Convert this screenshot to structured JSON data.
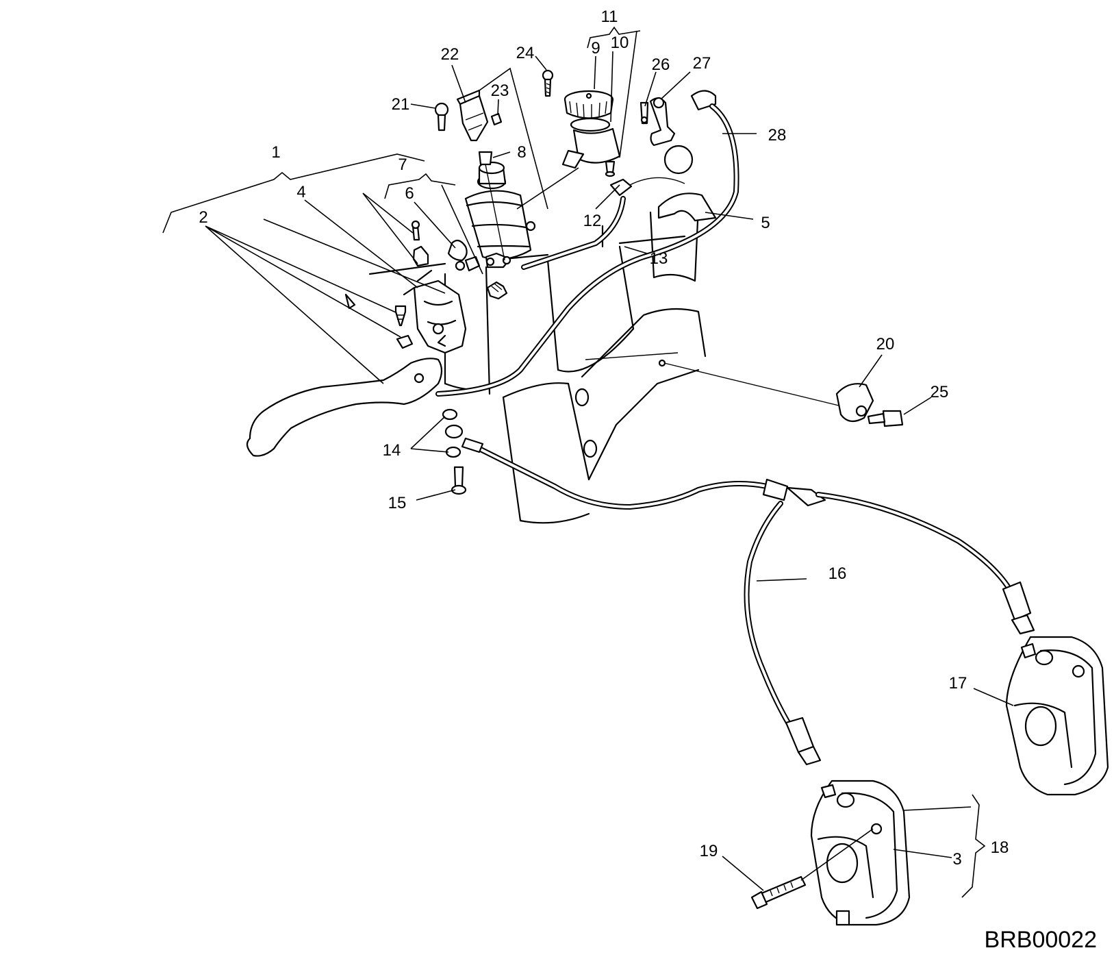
{
  "drawing_code": "BRB00022",
  "callouts": [
    {
      "id": "c1",
      "text": "1"
    },
    {
      "id": "c2",
      "text": "2"
    },
    {
      "id": "c3",
      "text": "3"
    },
    {
      "id": "c4",
      "text": "4"
    },
    {
      "id": "c5",
      "text": "5"
    },
    {
      "id": "c6",
      "text": "6"
    },
    {
      "id": "c7",
      "text": "7"
    },
    {
      "id": "c8",
      "text": "8"
    },
    {
      "id": "c9",
      "text": "9"
    },
    {
      "id": "c10",
      "text": "10"
    },
    {
      "id": "c11",
      "text": "11"
    },
    {
      "id": "c12",
      "text": "12"
    },
    {
      "id": "c13",
      "text": "13"
    },
    {
      "id": "c14",
      "text": "14"
    },
    {
      "id": "c15",
      "text": "15"
    },
    {
      "id": "c16",
      "text": "16"
    },
    {
      "id": "c17",
      "text": "17"
    },
    {
      "id": "c18",
      "text": "18"
    },
    {
      "id": "c19",
      "text": "19"
    },
    {
      "id": "c20",
      "text": "20"
    },
    {
      "id": "c21",
      "text": "21"
    },
    {
      "id": "c22",
      "text": "22"
    },
    {
      "id": "c23",
      "text": "23"
    },
    {
      "id": "c24",
      "text": "24"
    },
    {
      "id": "c25",
      "text": "25"
    },
    {
      "id": "c26",
      "text": "26"
    },
    {
      "id": "c27",
      "text": "27"
    },
    {
      "id": "c28",
      "text": "28"
    }
  ]
}
